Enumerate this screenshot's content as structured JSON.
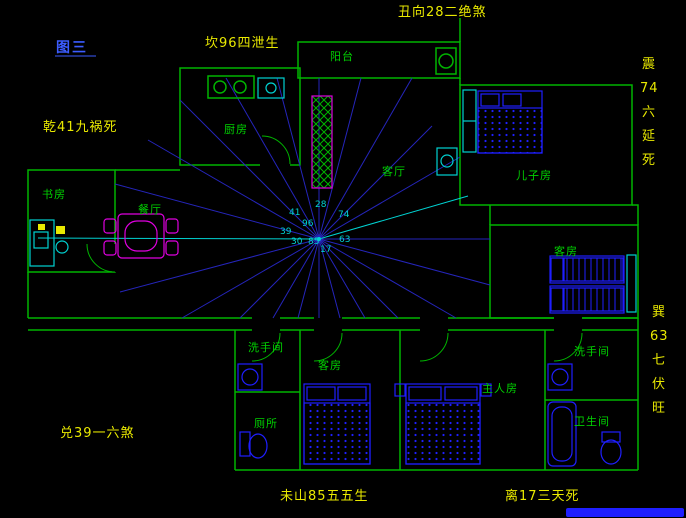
{
  "colors": {
    "wall": "#00b400",
    "roomtext": "#00d200",
    "yellow": "#e9e900",
    "cyan": "#00d2d2",
    "furn": "#1f1fff",
    "ray": "#2525bb",
    "magenta": "#e000e0",
    "figblue": "#3c5cff"
  },
  "figure_label": "图三",
  "annotations": {
    "top_center": "丑向28二绝煞",
    "top_left": "坎96四泄生",
    "left_upper": "乾41九祸死",
    "left_lower": "兑39一六煞",
    "bottom_left": "未山85五五生",
    "bottom_right": "离17三天死",
    "right_top": [
      "震",
      "74",
      "六",
      "延",
      "死"
    ],
    "right_bottom": [
      "巽",
      "63",
      "七",
      "伏",
      "旺"
    ]
  },
  "rooms": {
    "balcony": "阳台",
    "kitchen": "厨房",
    "living": "客厅",
    "son_room": "儿子房",
    "study": "书房",
    "dining": "餐厅",
    "guest_right": "客房",
    "wash_left": "洗手间",
    "guest_lower": "客房",
    "master": "主人房",
    "wash_right": "洗手间",
    "toilet": "厕所",
    "bathroom": "卫生间"
  },
  "center_numbers": [
    "41",
    "28",
    "74",
    "96",
    "39",
    "30",
    "85",
    "17",
    "63"
  ]
}
